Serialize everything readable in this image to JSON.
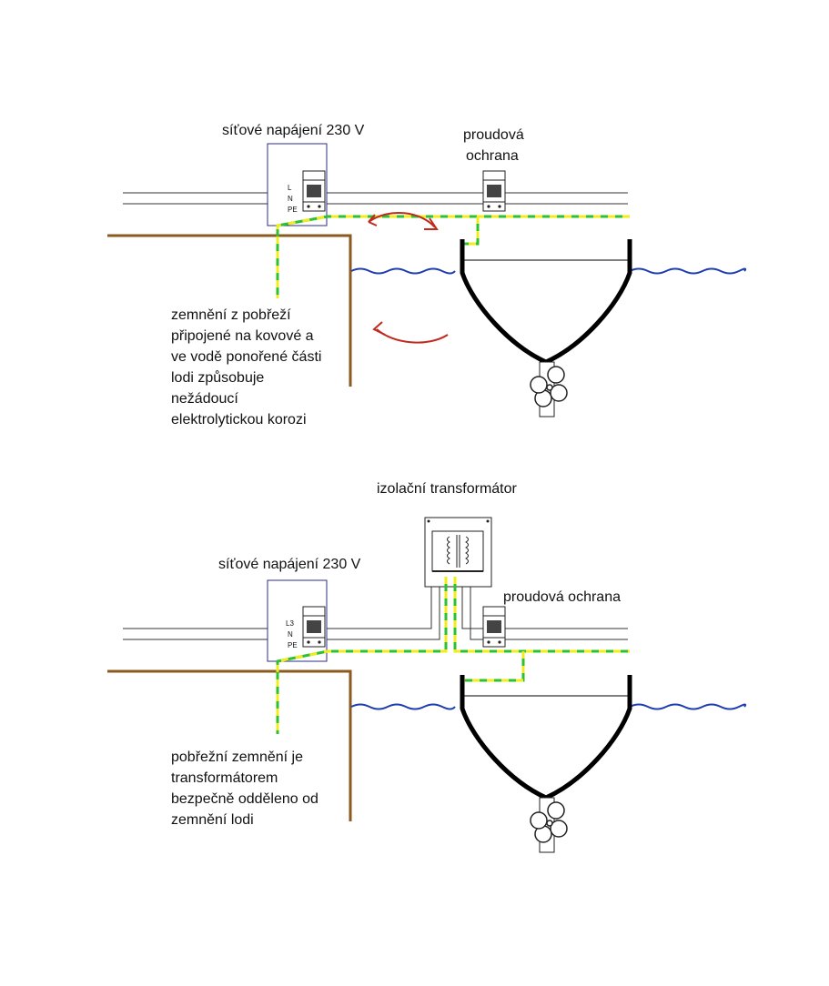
{
  "top": {
    "supply_label": "síťové napájení 230  V",
    "rcd_label_lines": [
      "proudová",
      "ochrana"
    ],
    "terminal_labels": [
      "L",
      "N",
      "PE"
    ],
    "note_lines": [
      "zemnění z pobřeží",
      "připojené na kovové a",
      "ve vodě ponořené části",
      "lodi způsobuje",
      "nežádoucí",
      "elektrolytickou korozi"
    ]
  },
  "bottom": {
    "transformer_label": "izolační transformátor",
    "supply_label": "síťové napájení 230 V",
    "rcd_label": "proudová ochrana",
    "terminal_labels": [
      "L3",
      "N",
      "PE"
    ],
    "note_lines": [
      "pobřežní zemnění je",
      "transformátorem",
      "bezpečně odděleno od",
      "zemnění lodi"
    ]
  },
  "colors": {
    "shore": "#8b5a1e",
    "water": "#1f3fb0",
    "box_border": "#2c2c8c",
    "earth_green": "#2ec032",
    "earth_yellow": "#f2ec1c",
    "arrow": "#c02a1e",
    "hull": "#000000"
  }
}
